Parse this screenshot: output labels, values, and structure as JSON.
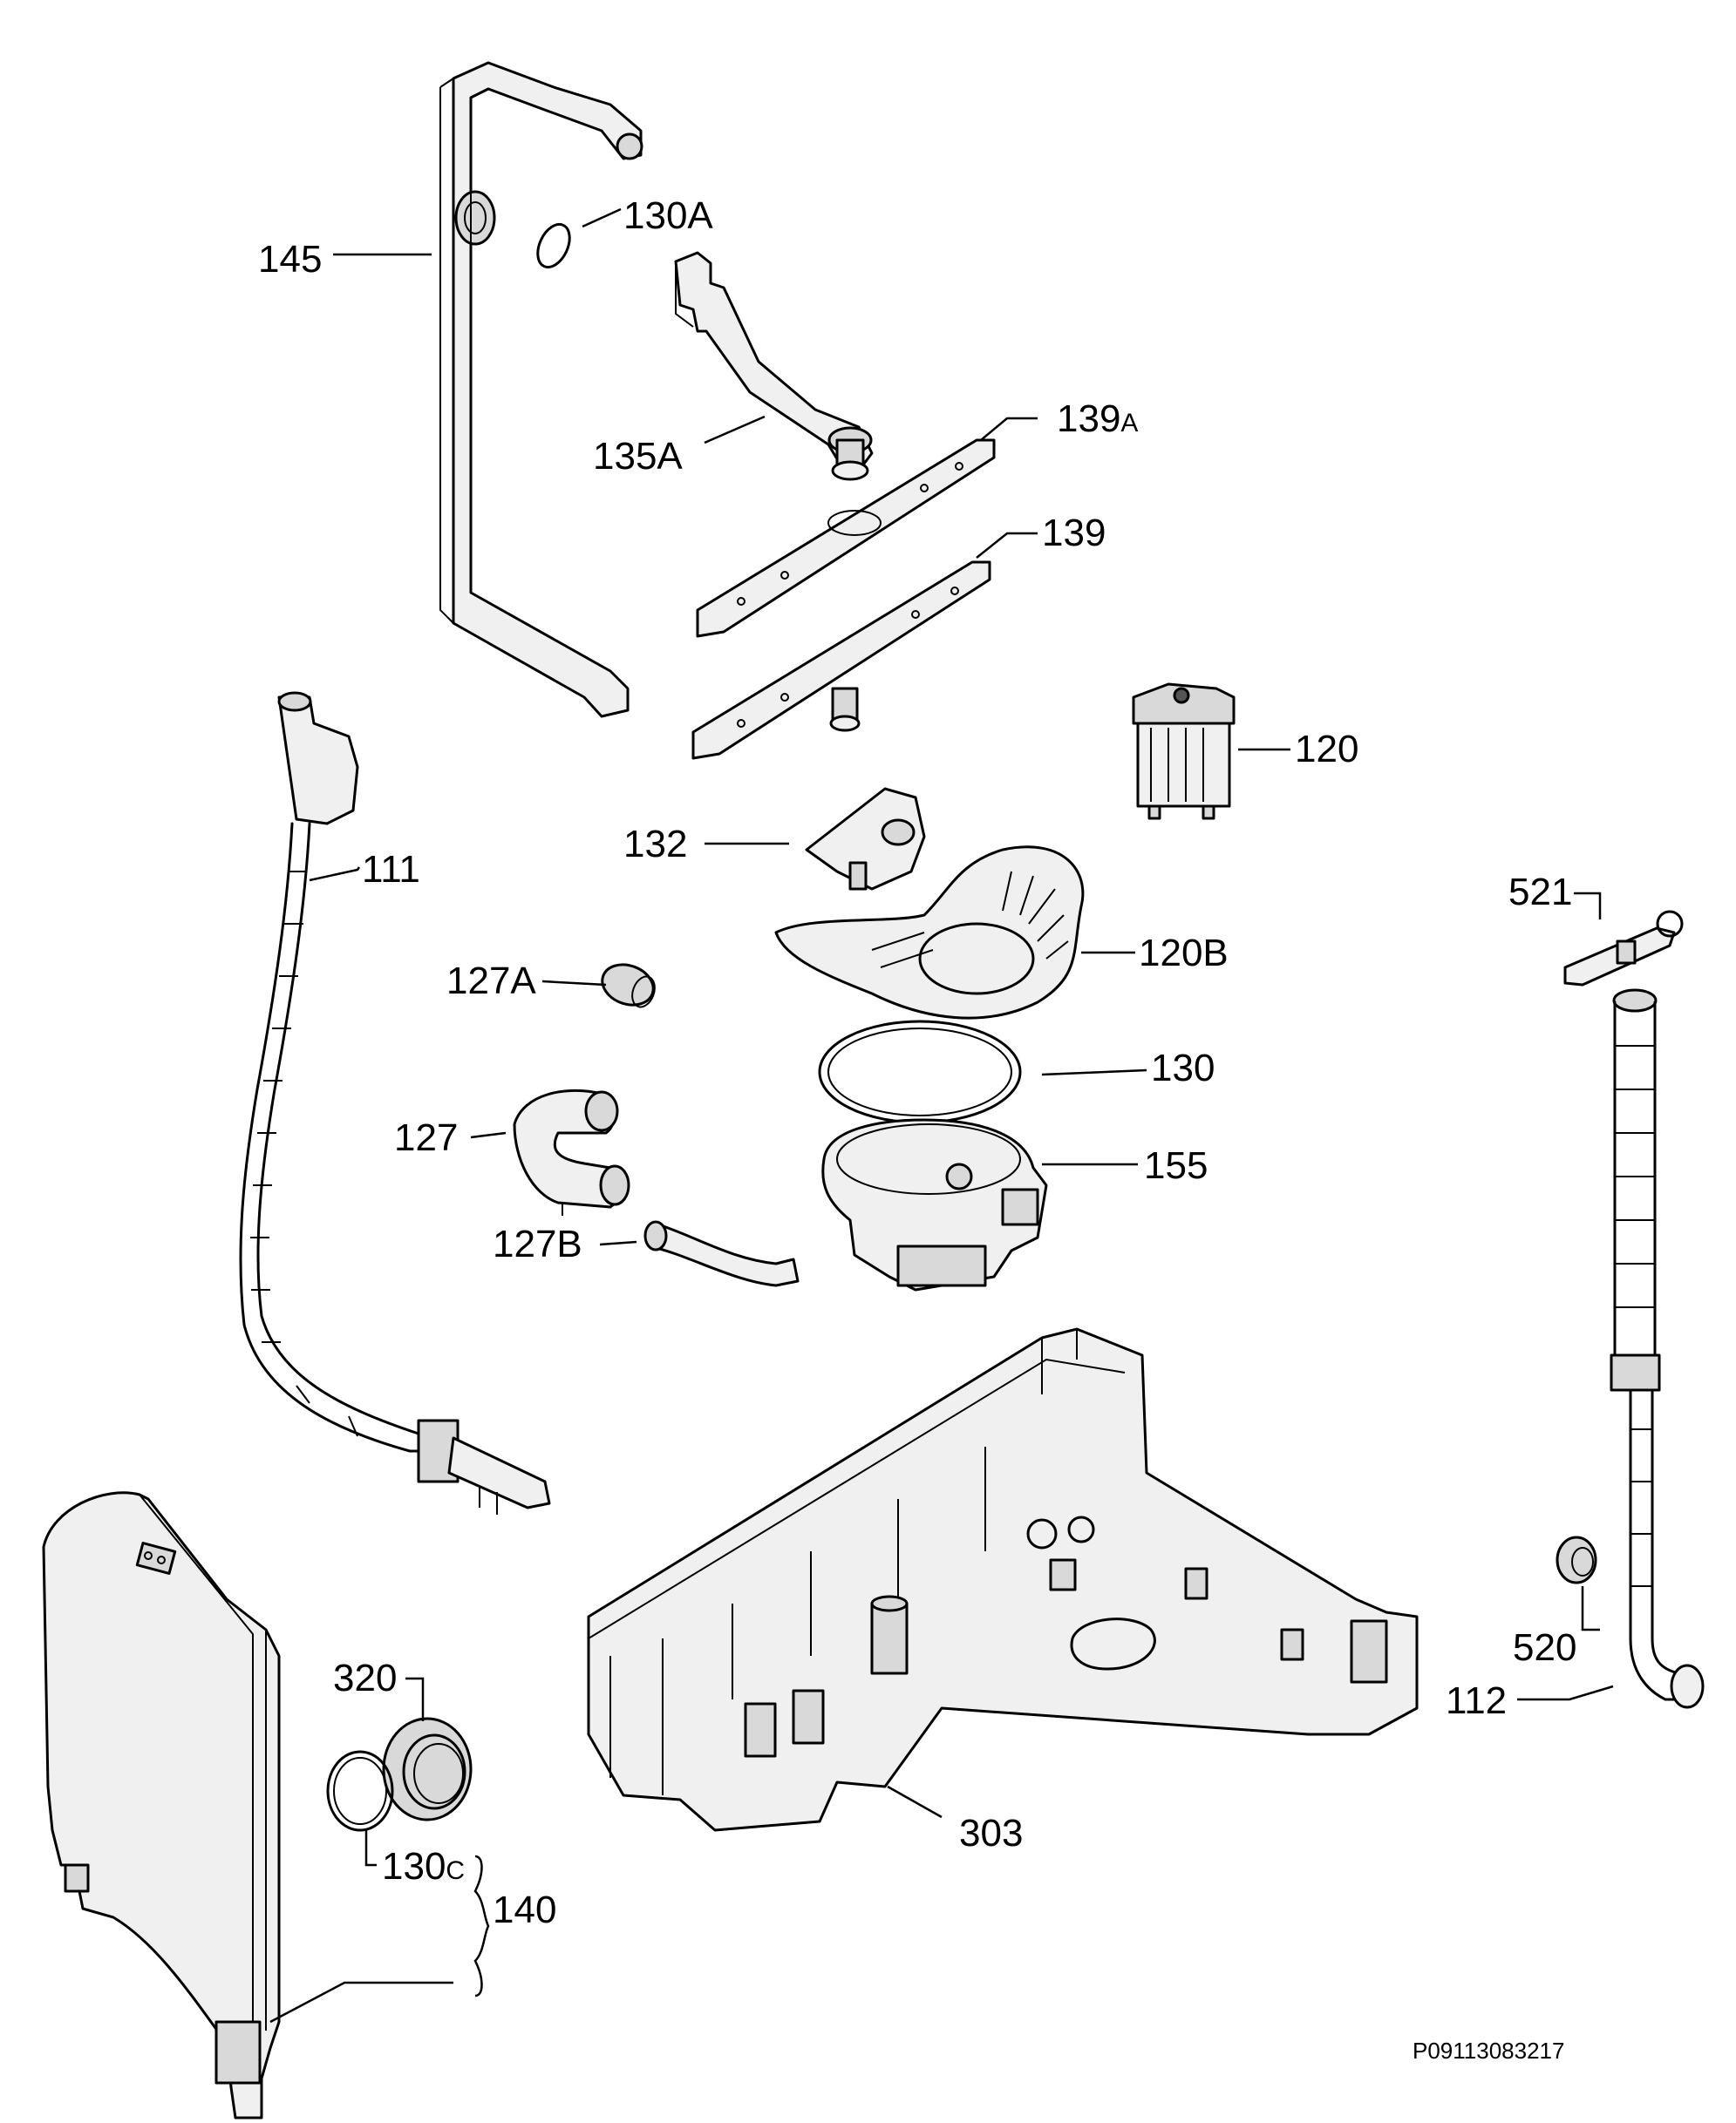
{
  "diagram": {
    "document_code": "P09113083217",
    "callouts": {
      "c145": "145",
      "c130a": "130A",
      "c135a": "135A",
      "c139a": "139",
      "c139a_suffix": "A",
      "c139": "139",
      "c120": "120",
      "c132": "132",
      "c111": "111",
      "c521": "521",
      "c120b": "120B",
      "c127a": "127A",
      "c130": "130",
      "c127": "127",
      "c155": "155",
      "c127b": "127B",
      "c320": "320",
      "c520": "520",
      "c112": "112",
      "c303": "303",
      "c130c": "130",
      "c130c_suffix": "C",
      "c140": "140"
    }
  }
}
